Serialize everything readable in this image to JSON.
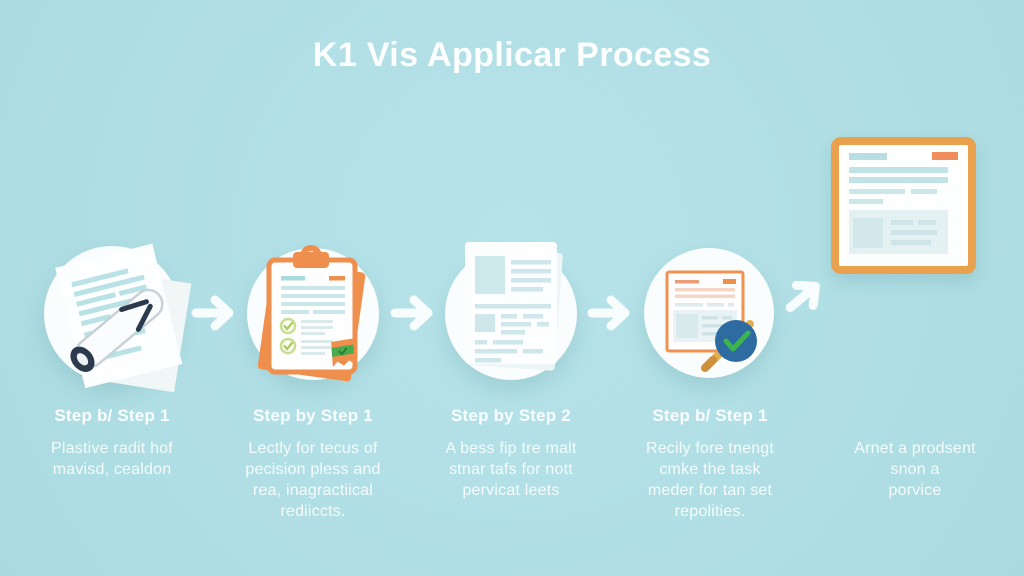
{
  "title": "K1 Vis Applicar Process",
  "steps": [
    {
      "heading": "Step b/ Step 1",
      "body": "Plastive radit hof\nmavisd, cealdon",
      "icon": "documents-scroll-icon"
    },
    {
      "heading": "Step by Step 1",
      "body": "Lectly for tecus of\npecision pless and\nrea, inagractiical\nrediiccts.",
      "icon": "clipboard-checklist-icon"
    },
    {
      "heading": "Step by Step 2",
      "body": "A bess fip tre malt\nstnar tafs for nott\npervicat leets",
      "icon": "application-form-icon"
    },
    {
      "heading": "Step b/ Step 1",
      "body": "Recily fore tnengt\ncmke the task\nmeder for tan set\nrepolities.",
      "icon": "document-review-check-icon"
    },
    {
      "heading": "",
      "body": "Arnet a prodsent\nsnon a\nporvice",
      "icon": "final-approved-document-icon"
    }
  ],
  "arrows": [
    {
      "name": "arrow-right-icon"
    },
    {
      "name": "arrow-right-icon"
    },
    {
      "name": "arrow-right-icon"
    },
    {
      "name": "arrow-up-right-icon"
    }
  ],
  "colors": {
    "background": "#b0dfe5",
    "accent_orange": "#ef8f4d",
    "doc_border_orange": "#e9a14e",
    "accent_blue": "#2d6ba1",
    "accent_green": "#3db54c",
    "teal_line": "#bfe3e7",
    "text": "#ffffff"
  }
}
